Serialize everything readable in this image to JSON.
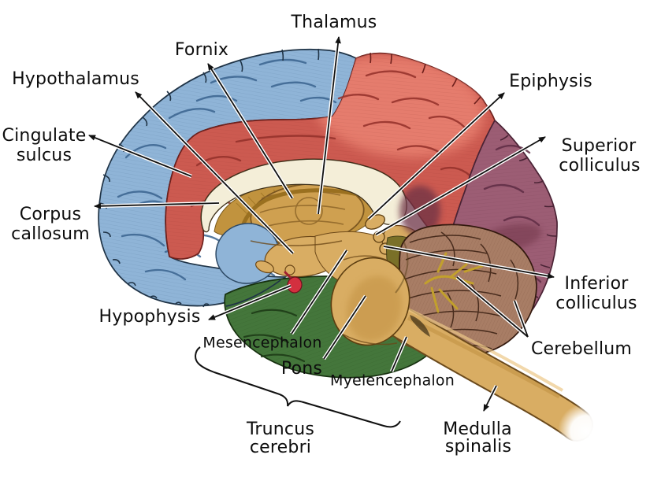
{
  "labels": {
    "thalamus": "Thalamus",
    "fornix": "Fornix",
    "hypothalamus": "Hypothalamus",
    "cingulate_sulcus_line1": "Cingulate",
    "cingulate_sulcus_line2": "sulcus",
    "corpus_callosum_line1": "Corpus",
    "corpus_callosum_line2": "callosum",
    "epiphysis": "Epiphysis",
    "superior_colliculus_line1": "Superior",
    "superior_colliculus_line2": "colliculus",
    "inferior_colliculus_line1": "Inferior",
    "inferior_colliculus_line2": "colliculus",
    "cerebellum": "Cerebellum",
    "hypophysis": "Hypophysis",
    "mesencephalon": "Mesencephalon",
    "pons": "Pons",
    "myelencephalon": "Myelencephalon",
    "truncus_cerebri_line1": "Truncus",
    "truncus_cerebri_line2": "cerebri",
    "medulla_spinalis_line1": "Medulla",
    "medulla_spinalis_line2": "spinalis"
  },
  "colors": {
    "background": "#ffffff",
    "frontal_lobe": "#8fb4d7",
    "cingulate_parietal_lobe": "#cc5a50",
    "parietal_highlight": "#e8806f",
    "occipital_lobe": "#9c5d74",
    "temporal_lobe": "#44763b",
    "cerebellum": "#a87d65",
    "cerebellum_arbor_vitae": "#c2a02c",
    "brainstem": "#d9ad63",
    "thalamus_tan": "#cfa050",
    "septum_fornix_gold": "#c1933e",
    "corpus_callosum": "#f4eed8",
    "hypophysis": "#d3303f",
    "deep_shadow_maroon": "#6d3245",
    "olive_velum": "#7a7028",
    "label_text": "#0d0d0d",
    "leader_line": "#111111"
  }
}
